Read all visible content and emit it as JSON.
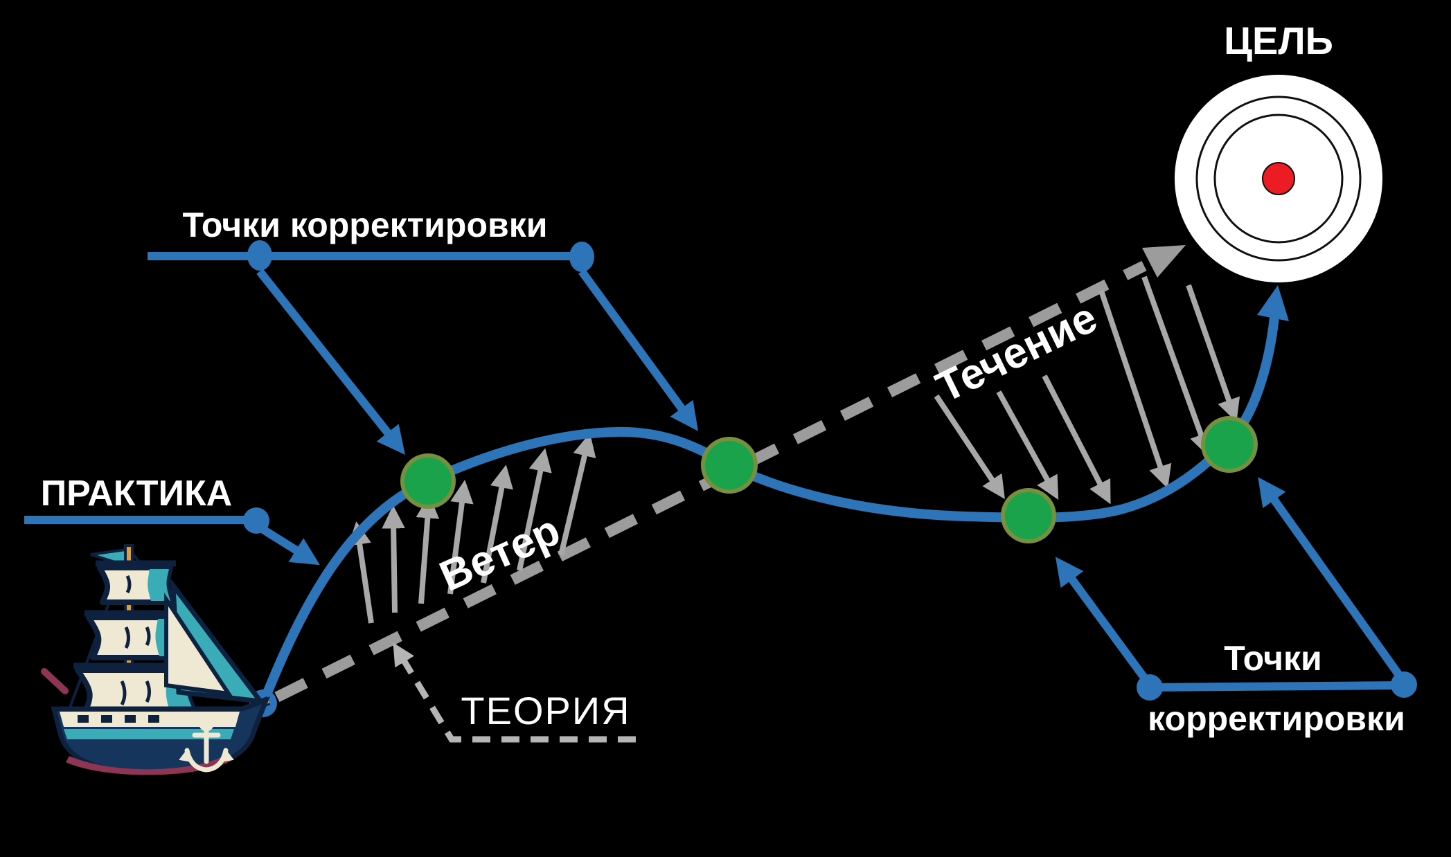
{
  "diagram": {
    "labels": {
      "goal": "ЦЕЛЬ",
      "correction_points_top": "Точки корректировки",
      "practice": "ПРАКТИКА",
      "theory": "ТЕОРИЯ",
      "wind": "Ветер",
      "current": "Течение",
      "correction_points_bottom": [
        "Точки",
        "корректировки"
      ]
    },
    "colors": {
      "background": "#000000",
      "accent_blue": "#2e74b8",
      "arrow_gray": "#a8a8a8",
      "theory_gray": "#9c9c9c",
      "callout_gray": "#b5b5b5",
      "point_green": "#1aa34a",
      "point_green_border": "#76903f",
      "target_red": "#ec1c24",
      "target_white": "#ffffff",
      "text_white": "#ffffff",
      "ship_navy": "#0e2240",
      "ship_hull": "#16355c",
      "ship_cream": "#efe8d2",
      "ship_teal": "#3aacb8",
      "ship_wood": "#d99c4b",
      "ship_maroon": "#8e3554"
    }
  }
}
